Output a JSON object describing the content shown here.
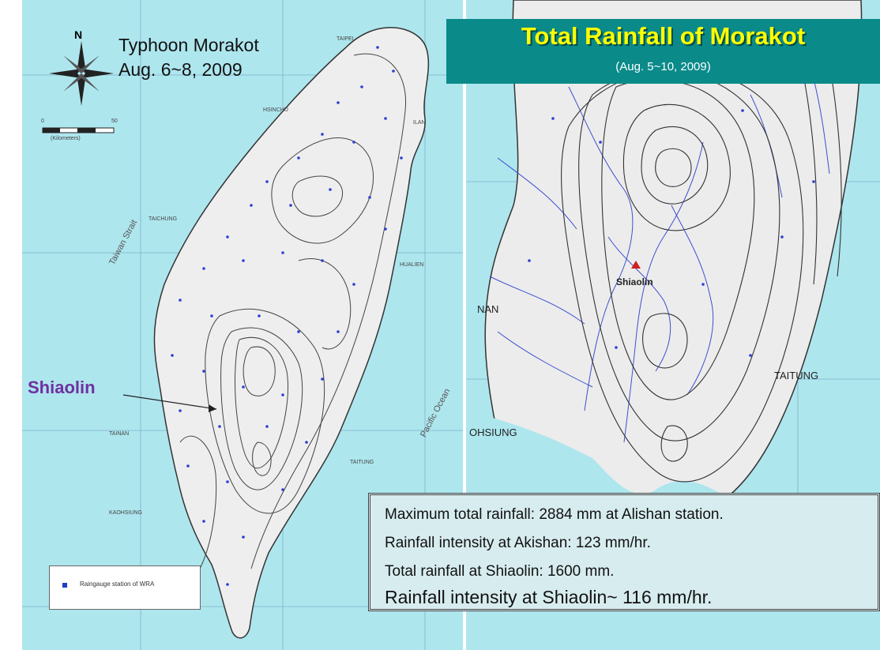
{
  "left_map": {
    "title_line1": "Typhoon Morakot",
    "title_line2": "Aug. 6~8, 2009",
    "north_label": "N",
    "scale_start": "0",
    "scale_end": "50",
    "scale_unit": "(Kilometers)",
    "shiaolin_label": "Shiaolin",
    "sea_label_east": "Pacific Ocean",
    "sea_label_west": "Taiwan Strait",
    "city_labels": [
      "TAIPEI",
      "HSINCHU",
      "ILAN",
      "TAICHUNG",
      "HUALIEN",
      "TAINAN",
      "TAITUNG",
      "KAOHSIUNG"
    ],
    "legend_label": "Raingauge station of WRA"
  },
  "right_map": {
    "banner_title": "Total Rainfall of Morakot",
    "banner_subtitle": "(Aug. 5~10, 2009)",
    "shiaolin_label": "Shiaolin",
    "city_labels": [
      "NAN",
      "OHSIUNG",
      "TAITUNG"
    ]
  },
  "info_box": {
    "line1": "Maximum total rainfall: 2884 mm at Alishan station.",
    "line2": "Rainfall intensity at Akishan: 123 mm/hr.",
    "line3": "Total rainfall at Shiaolin: 1600 mm.",
    "line4": "Rainfall intensity at Shiaolin~ 116 mm/hr."
  },
  "colors": {
    "sea": "#aee6ee",
    "land": "#eeeeee",
    "banner": "#0b8a8a",
    "banner_text": "#ffff00",
    "shiaolin_label": "#7030a0",
    "info_box": "#d7ecef",
    "rivers": "#3d4fd0"
  }
}
